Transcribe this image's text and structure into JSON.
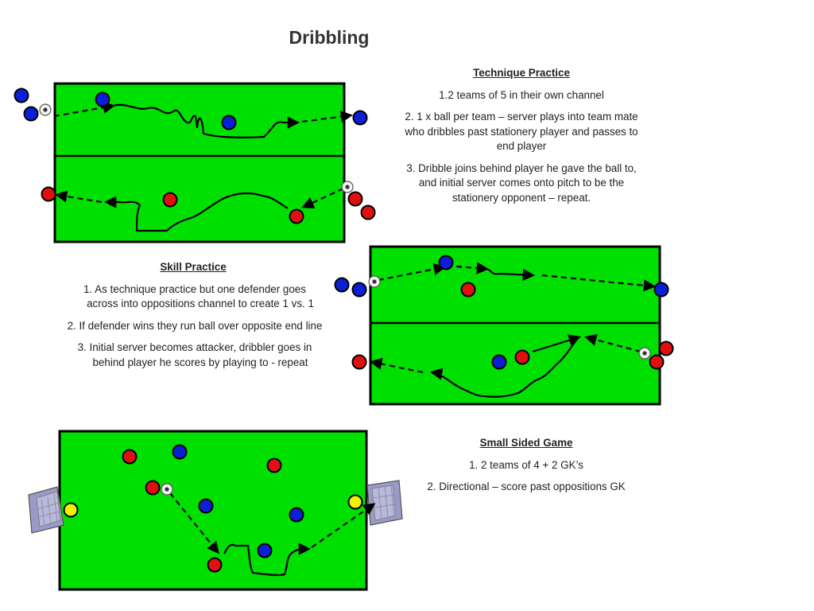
{
  "page": {
    "title": "Dribbling"
  },
  "technique_practice": {
    "heading": "Technique Practice",
    "items": [
      "1.2 teams of 5 in their own channel",
      "2. 1 x ball per team – server plays into team mate who dribbles past stationery player and passes to end player",
      "3. Dribble joins behind player he gave the ball to, and initial server comes onto pitch to be the stationery opponent – repeat."
    ]
  },
  "skill_practice": {
    "heading": "Skill Practice",
    "items": [
      "1.  As technique practice but one defender goes across into oppositions channel to create 1 vs. 1",
      "2.  If defender wins they run ball over opposite end line",
      "3.  Initial server becomes attacker, dribbler goes in behind player he scores by playing to - repeat"
    ]
  },
  "small_sided_game": {
    "heading": "Small Sided Game",
    "items": [
      "1.  2 teams of 4 + 2 GK’s",
      "2.  Directional – score past oppositions GK"
    ]
  },
  "colors": {
    "pitch": "#00e000",
    "team_blue": "#0a1fd6",
    "team_red": "#e01010",
    "goalkeeper": "#f2f200",
    "goal": "#9a9ac8"
  }
}
